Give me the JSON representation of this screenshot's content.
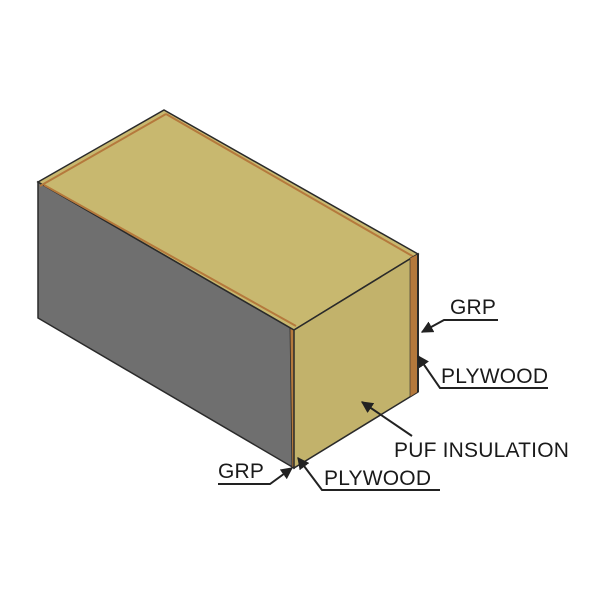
{
  "diagram": {
    "labels": {
      "grp_right": "GRP",
      "plywood_right": "PLYWOOD",
      "puf_insulation": "PUF INSULATION",
      "grp_bottom": "GRP",
      "plywood_bottom": "PLYWOOD"
    },
    "colors": {
      "grp_face": "#6f6f6f",
      "puf_face": "#c2b26b",
      "puf_top": "#c8b86f",
      "plywood_edge": "#b5793c",
      "outline": "#2a2a2a",
      "leader": "#222222"
    }
  }
}
